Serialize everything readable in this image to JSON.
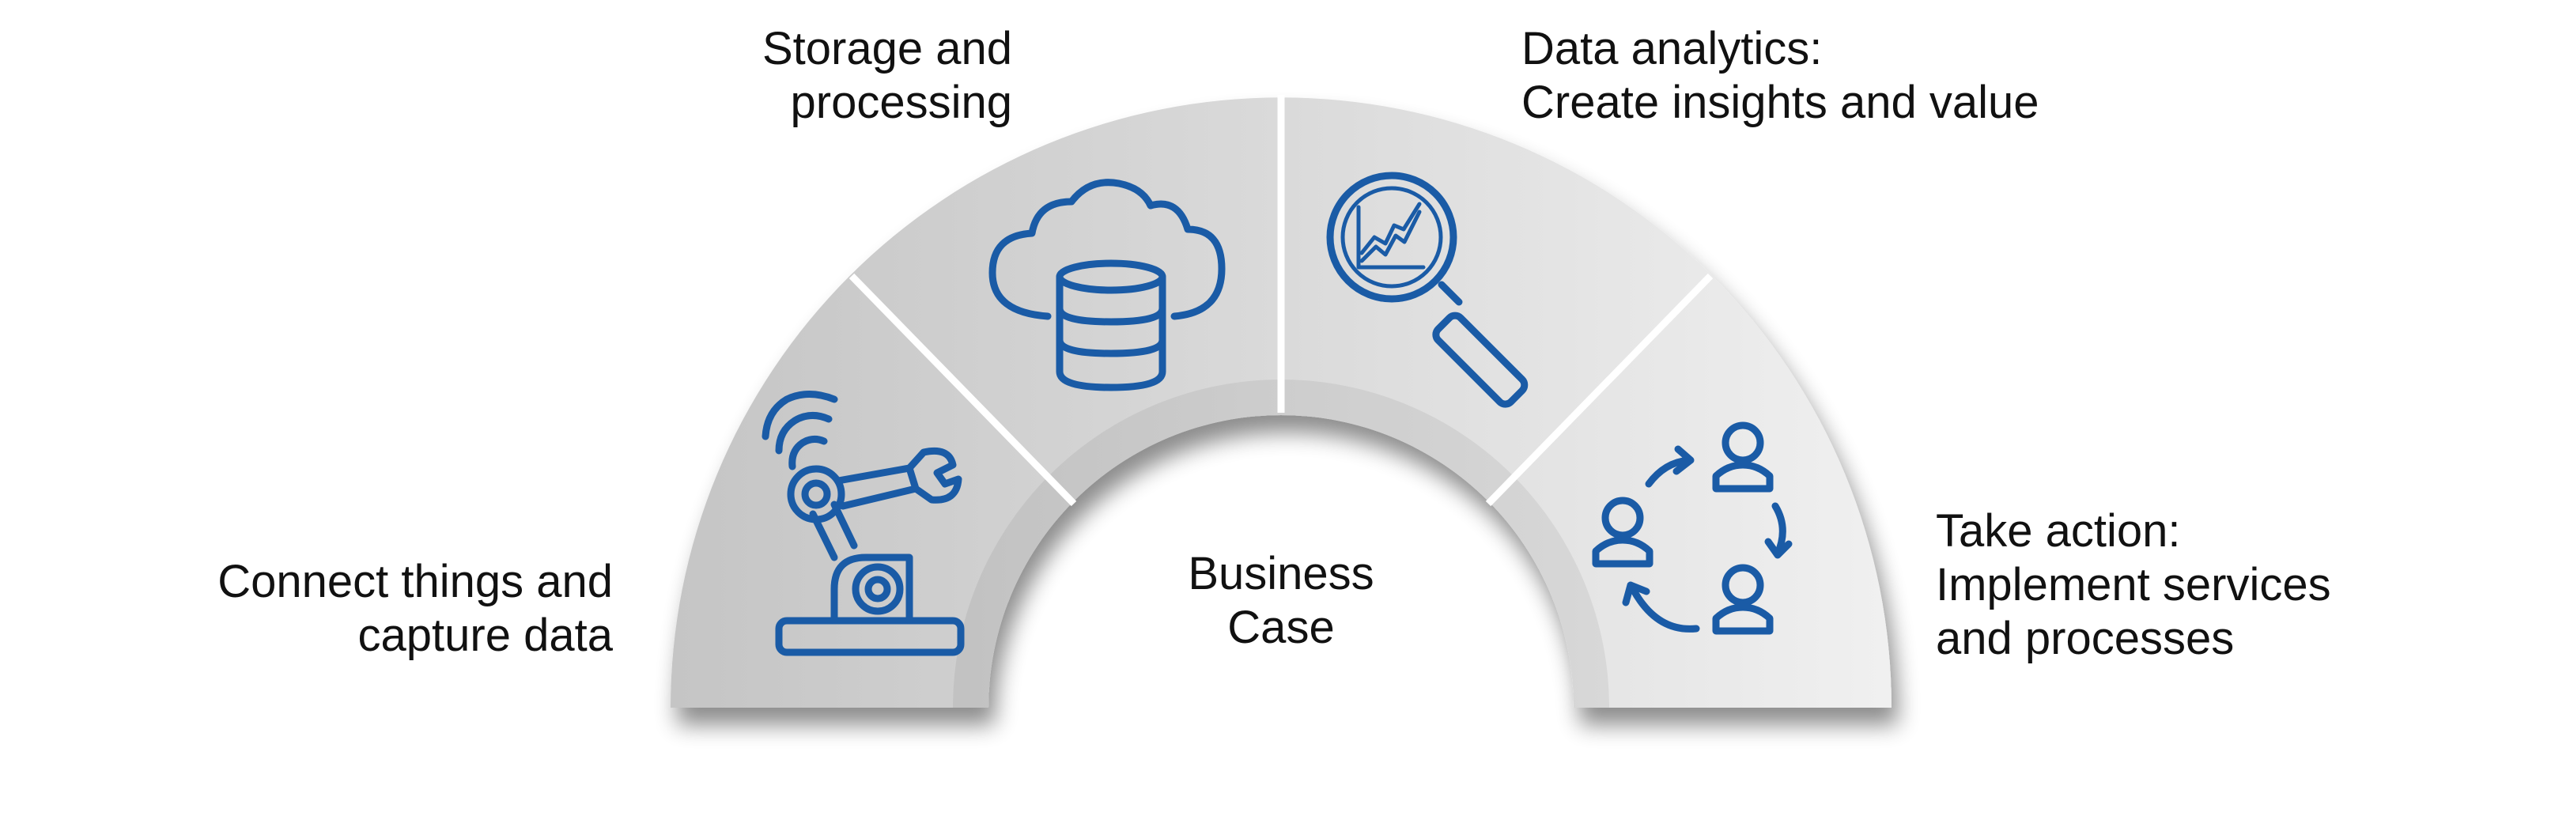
{
  "diagram": {
    "center_label": {
      "line1": "Business",
      "line2": "Case"
    },
    "segments": [
      {
        "id": "connect",
        "icon": "robot-arm-wireless-icon",
        "label": {
          "line1": "Connect things and",
          "line2": "capture data"
        }
      },
      {
        "id": "storage",
        "icon": "cloud-database-icon",
        "label": {
          "line1": "Storage and",
          "line2": "processing"
        }
      },
      {
        "id": "analytics",
        "icon": "magnifier-chart-icon",
        "label": {
          "line1": "Data analytics:",
          "line2": "Create insights and value"
        }
      },
      {
        "id": "action",
        "icon": "people-cycle-icon",
        "label": {
          "line1": "Take action:",
          "line2": "Implement services",
          "line3": "and processes"
        }
      }
    ],
    "colors": {
      "icon_blue": "#1a5ba6",
      "segment_dark": "#c9c9c9",
      "segment_light": "#eeeeee",
      "divider": "#ffffff",
      "text": "#111111"
    }
  }
}
